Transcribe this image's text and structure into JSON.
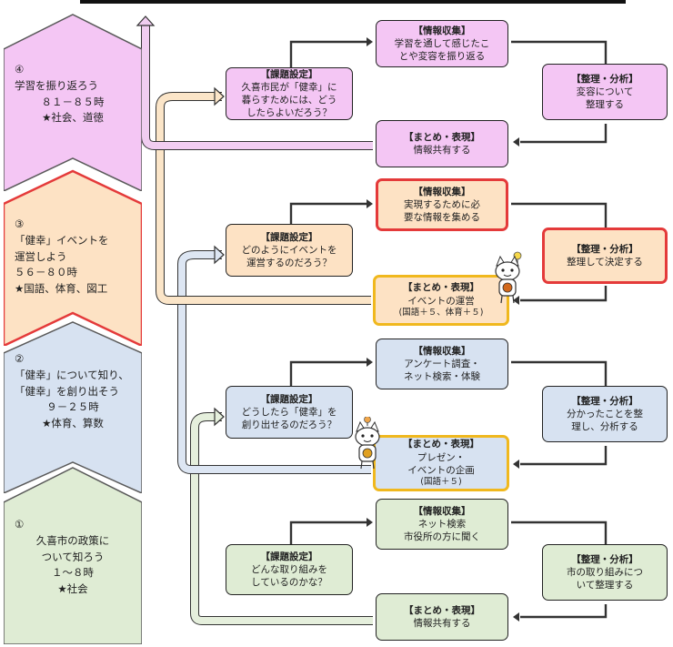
{
  "phases": [
    {
      "id": 4,
      "fill": "#f4c6f4",
      "stroke": "#5a5a5a",
      "lines": [
        "④",
        "学習を振り返ろう",
        "８１－８５時",
        "★社会、道徳"
      ]
    },
    {
      "id": 3,
      "fill": "#fde2c4",
      "stroke": "#e43a3a",
      "lines": [
        "③",
        "「健幸」イベントを",
        "運営しよう",
        "５６－８０時",
        "★国語、体育、図工"
      ]
    },
    {
      "id": 2,
      "fill": "#d7e2f1",
      "stroke": "#5a5a5a",
      "lines": [
        "②",
        "「健幸」について知り、",
        "「健幸」を創り出そう",
        "９－２５時",
        "★体育、算数"
      ]
    },
    {
      "id": 1,
      "fill": "#dfecd4",
      "stroke": "#5a5a5a",
      "lines": [
        "①",
        "久喜市の政策に",
        "ついて知ろう",
        "１～８時",
        "★社会"
      ]
    }
  ],
  "boxes": {
    "p4_kadai": {
      "title": "【課題設定】",
      "body": [
        "久喜市民が「健幸」に",
        "暮らすためには、どう",
        "したらよいだろう？"
      ]
    },
    "p4_joho": {
      "title": "【情報収集】",
      "body": [
        "学習を通して感じたこ",
        "とや変容を振り返る"
      ]
    },
    "p4_seiri": {
      "title": "【整理・分析】",
      "body": [
        "変容について",
        "整理する"
      ]
    },
    "p4_matome": {
      "title": "【まとめ・表現】",
      "body": [
        "情報共有する"
      ]
    },
    "p3_kadai": {
      "title": "【課題設定】",
      "body": [
        "どのようにイベントを",
        "運営するのだろう？"
      ]
    },
    "p3_joho": {
      "title": "【情報収集】",
      "body": [
        "実現するために必",
        "要な情報を集める"
      ]
    },
    "p3_seiri": {
      "title": "【整理・分析】",
      "body": [
        "整理して決定する"
      ]
    },
    "p3_matome": {
      "title": "【まとめ・表現】",
      "body": [
        "イベントの運営",
        "(国語＋５、体育＋５)"
      ]
    },
    "p2_kadai": {
      "title": "【課題設定】",
      "body": [
        "どうしたら「健幸」を",
        "創り出せるのだろう？"
      ]
    },
    "p2_joho": {
      "title": "【情報収集】",
      "body": [
        "アンケート調査・",
        "ネット検索・体験"
      ]
    },
    "p2_seiri": {
      "title": "【整理・分析】",
      "body": [
        "分かったことを整",
        "理し、分析する"
      ]
    },
    "p2_matome": {
      "title": "【まとめ・表現】",
      "body": [
        "プレゼン・",
        "イベントの企画",
        "(国語＋５)"
      ]
    },
    "p1_kadai": {
      "title": "【課題設定】",
      "body": [
        "どんな取り組みを",
        "しているのかな？"
      ]
    },
    "p1_joho": {
      "title": "【情報収集】",
      "body": [
        "ネット検索",
        "市役所の方に聞く"
      ]
    },
    "p1_seiri": {
      "title": "【整理・分析】",
      "body": [
        "市の取り組みにつ",
        "いて整理する"
      ]
    },
    "p1_matome": {
      "title": "【まとめ・表現】",
      "body": [
        "情報共有する"
      ]
    }
  },
  "colors": {
    "pink": "#f4c6f4",
    "peach": "#fde2c4",
    "blue": "#d7e2f1",
    "green": "#dfecd4",
    "phase_arrow_green": "#e5efdc",
    "phase_arrow_blue": "#dde6f3",
    "phase_arrow_peach": "#fbe5c8",
    "phase_arrow_pink": "#f1cdf1",
    "highlight_red": "#e43a3a",
    "highlight_yellow": "#f0b81e"
  },
  "icons": [
    "cat-mascot-with-raised-sign",
    "cat-mascot-holding-item"
  ]
}
